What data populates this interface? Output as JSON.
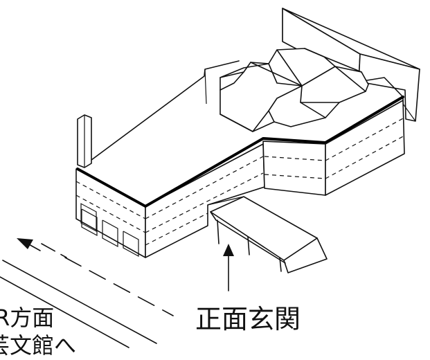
{
  "labels": {
    "entrance": "正面玄関",
    "direction_line1": "R方面",
    "direction_line2": "芸文館へ"
  },
  "icons": {
    "building": "building-illustration",
    "entrance_pointer": "up-arrow-icon",
    "direction_pointer": "left-up-arrow-icon"
  },
  "colors": {
    "ink": "#111111",
    "background": "#ffffff"
  }
}
